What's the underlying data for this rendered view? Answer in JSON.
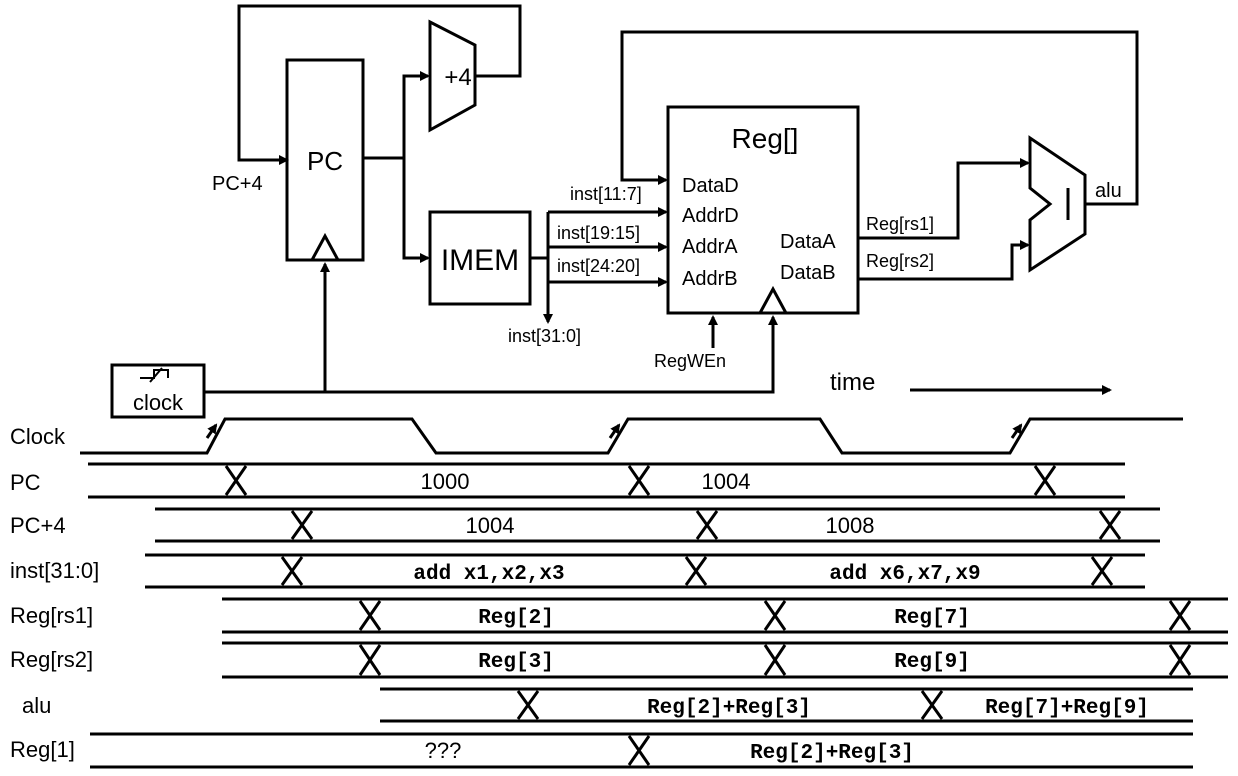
{
  "datapath": {
    "plus4_label": "+4",
    "pc_label": "PC",
    "pc_plus4_label": "PC+4",
    "imem_label": "IMEM",
    "reg_title": "Reg[]",
    "reg_ports": [
      "DataD",
      "AddrD",
      "AddrA",
      "AddrB"
    ],
    "reg_outputs": [
      "DataA",
      "DataB"
    ],
    "inst_fields": [
      "inst[11:7]",
      "inst[19:15]",
      "inst[24:20]"
    ],
    "inst_full": "inst[31:0]",
    "regwen_label": "RegWEn",
    "rs1_label": "Reg[rs1]",
    "rs2_label": "Reg[rs2]",
    "alu_label": "alu",
    "clock_label": "clock",
    "time_label": "time"
  },
  "timing": {
    "rows": [
      {
        "label": "Clock",
        "values": []
      },
      {
        "label": "PC",
        "values": [
          "1000",
          "1004"
        ]
      },
      {
        "label": "PC+4",
        "values": [
          "1004",
          "1008"
        ]
      },
      {
        "label": "inst[31:0]",
        "values": [
          "add x1,x2,x3",
          "add x6,x7,x9"
        ]
      },
      {
        "label": "Reg[rs1]",
        "values": [
          "Reg[2]",
          "Reg[7]"
        ]
      },
      {
        "label": "Reg[rs2]",
        "values": [
          "Reg[3]",
          "Reg[9]"
        ]
      },
      {
        "label": "alu",
        "values": [
          "Reg[2]+Reg[3]",
          "Reg[7]+Reg[9]"
        ]
      },
      {
        "label": "Reg[1]",
        "values": [
          "???",
          "Reg[2]+Reg[3]"
        ]
      }
    ]
  }
}
